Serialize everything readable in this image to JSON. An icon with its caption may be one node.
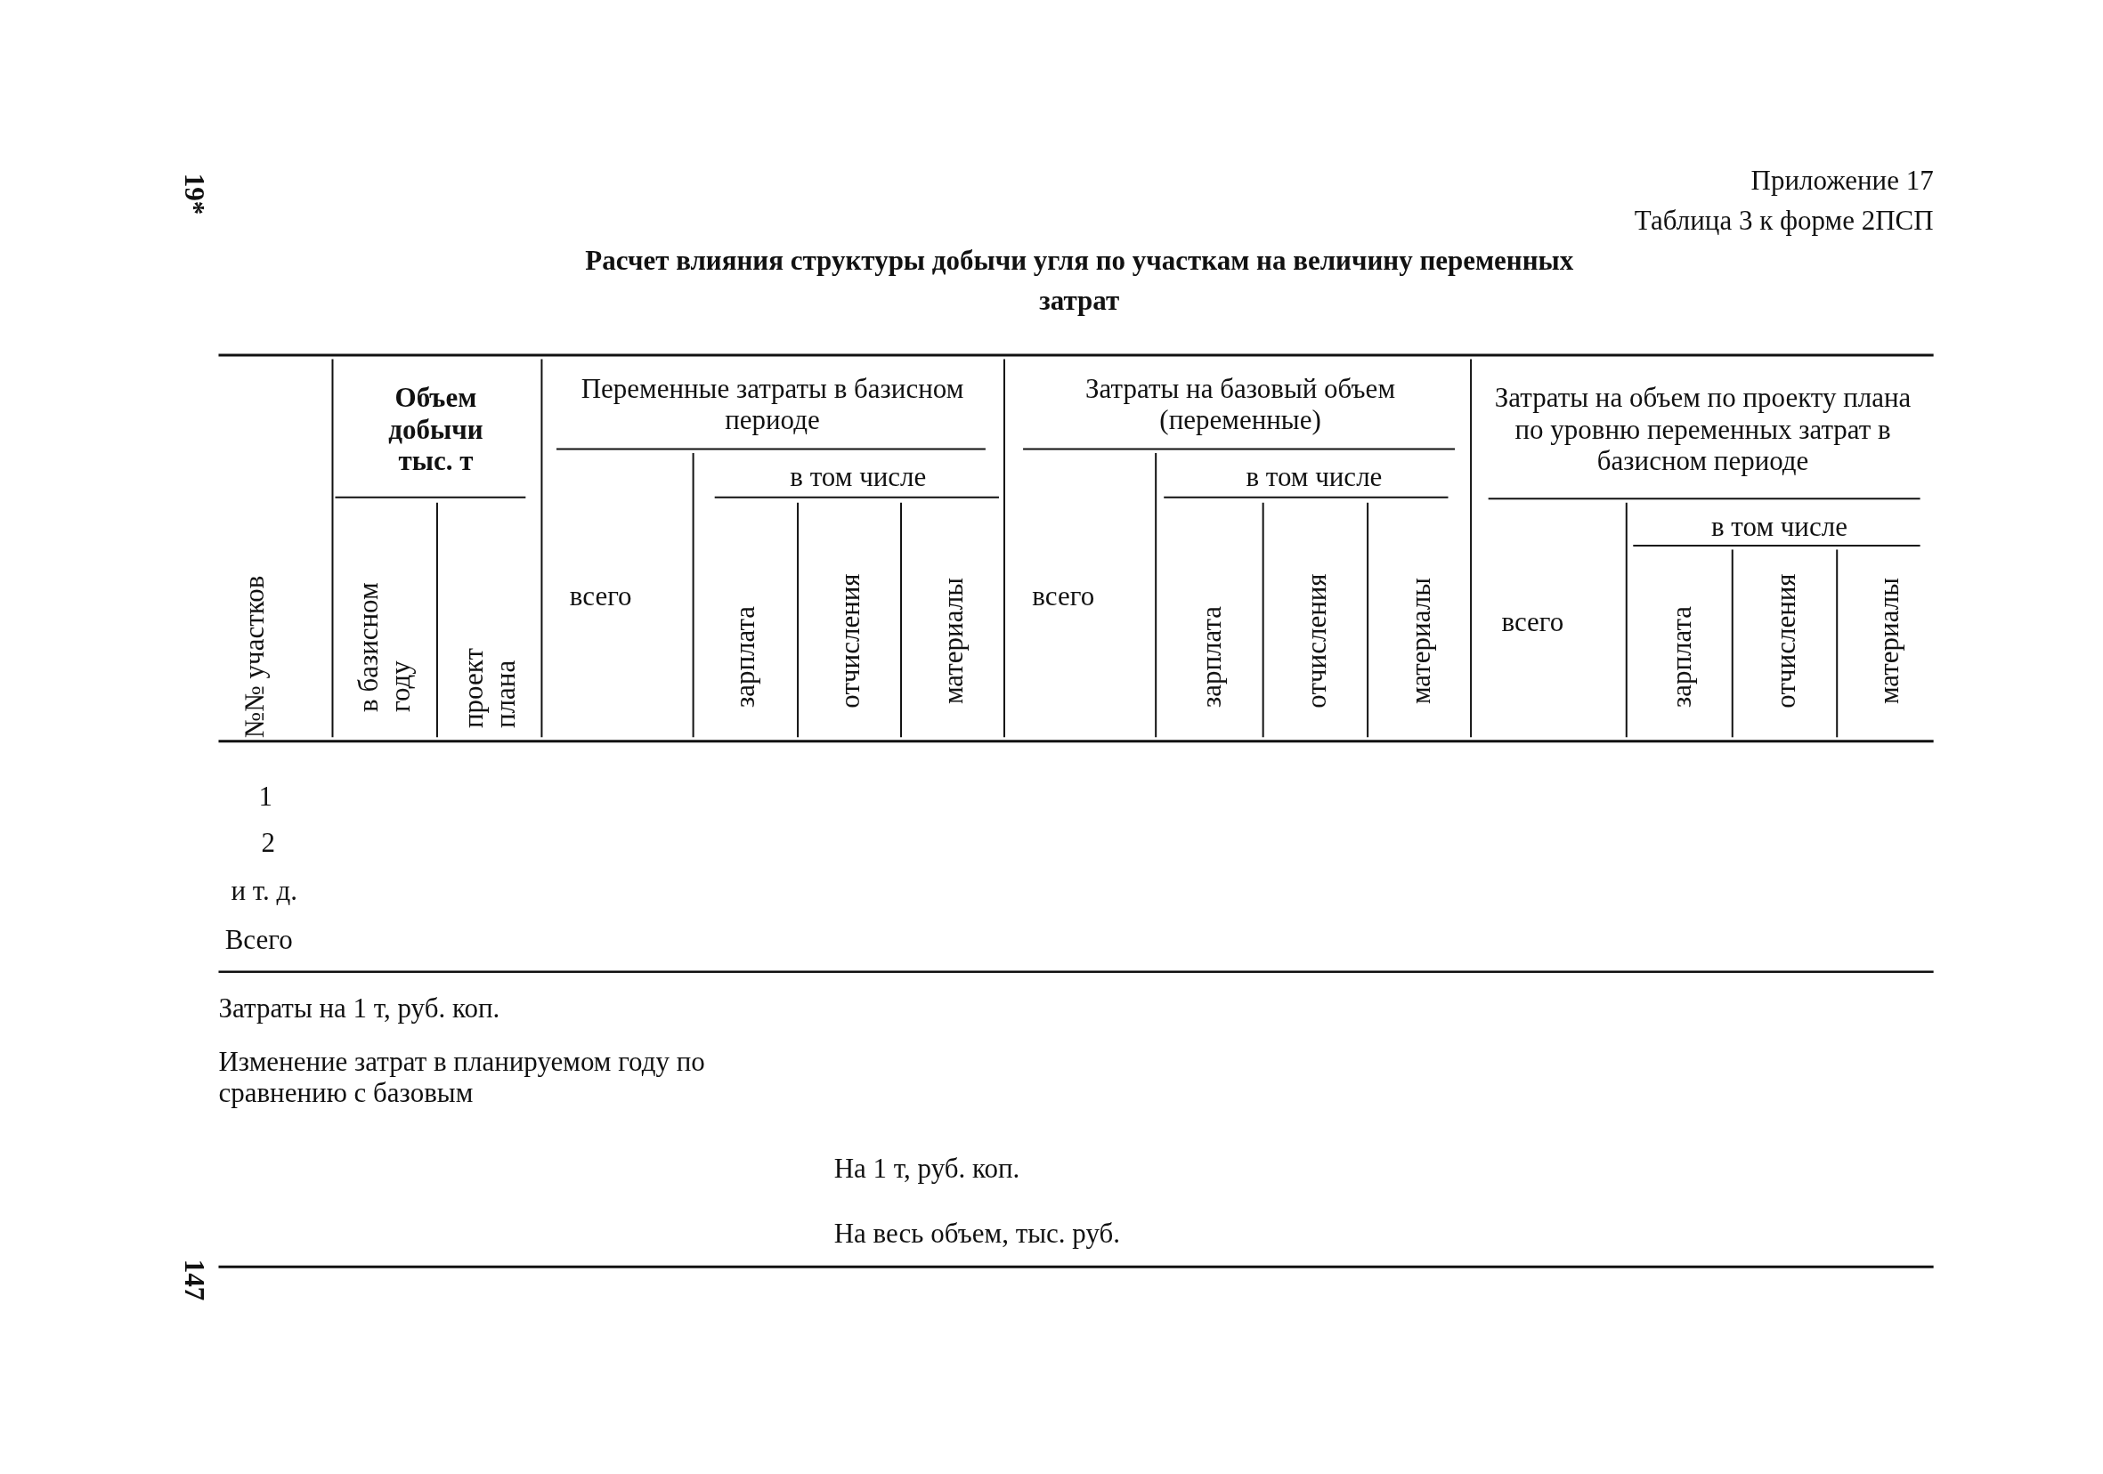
{
  "diagram": {
    "title": "Расчет влияния структуры добычи угля по участкам на величину переменных затрат",
    "labels": [
      "19*",
      "Приложение 17",
      "Таблица 3 к форме 2ПСП",
      "№№ участков",
      "Объем добычи тыс. т",
      "Переменные затраты в базисном периоде",
      "Затраты на базовый объем (переменные)",
      "Затраты на объем по проекту плана по уровню переменных затрат в базисном периоде",
      "в том числе",
      "в том числе",
      "в том числе",
      "в базисном году",
      "проект плана",
      "всего",
      "зарплата",
      "отчисления",
      "материалы",
      "всего",
      "зарплата",
      "отчисления",
      "материалы",
      "всего",
      "зарплата",
      "отчисления",
      "материалы",
      "1",
      "2",
      "и т. д.",
      "Всего",
      "Затраты на 1 т, руб. коп.",
      "Изменение затрат в планируемом году по сравнению с базовым",
      "На 1 т, руб. коп.",
      "На весь объем, тыс. руб.",
      "147"
    ]
  }
}
